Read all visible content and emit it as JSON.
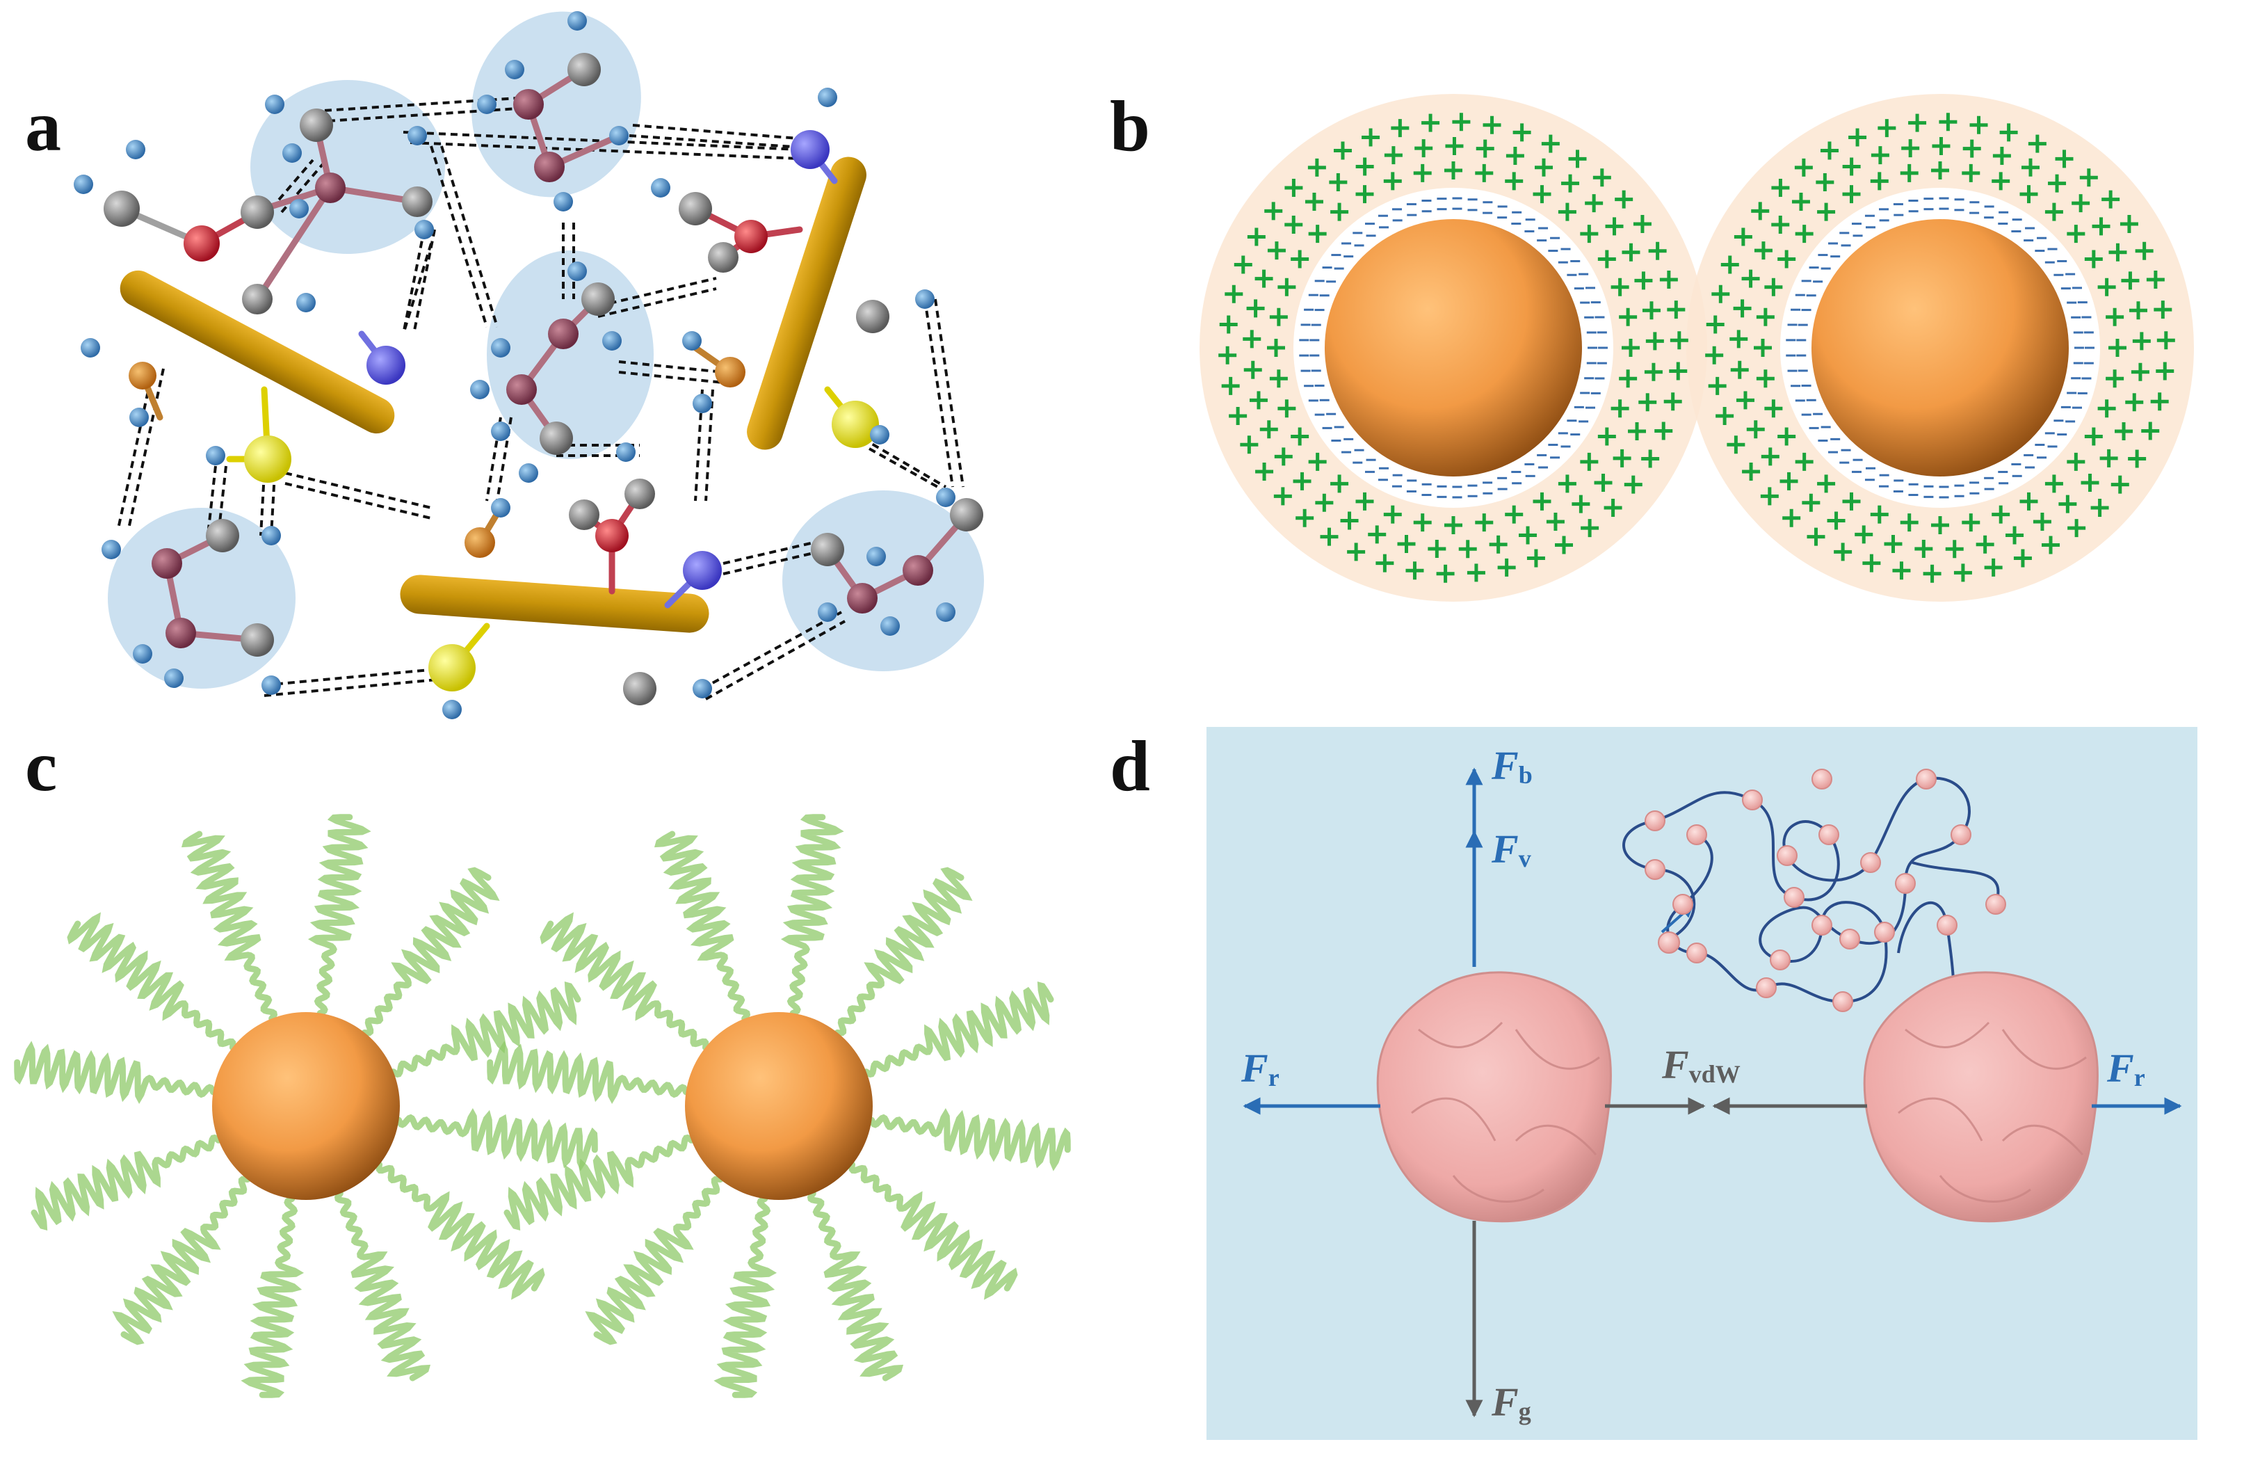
{
  "panels": {
    "a": {
      "label": "a"
    },
    "b": {
      "label": "b"
    },
    "c": {
      "label": "c"
    },
    "d": {
      "label": "d"
    }
  },
  "forces": {
    "fb": {
      "symbol": "F",
      "subscript": "b"
    },
    "fv": {
      "symbol": "F",
      "subscript": "v"
    },
    "fr_left": {
      "symbol": "F",
      "subscript": "r"
    },
    "fr_right": {
      "symbol": "F",
      "subscript": "r"
    },
    "fvdw": {
      "symbol": "F",
      "subscript": "vdW"
    },
    "fg": {
      "symbol": "F",
      "subscript": "g"
    }
  },
  "colors": {
    "rod": "#c8940a",
    "sphere": "#f0a050",
    "plus": "#1aa33a",
    "minus": "#3a6fb0",
    "halo": "#fbe6d2",
    "water": "#cfe6ef",
    "blob": "#f2b5b3",
    "force_blue": "#2a6db5",
    "force_gray": "#5e5e5e",
    "polymer": "#8fca6a"
  }
}
